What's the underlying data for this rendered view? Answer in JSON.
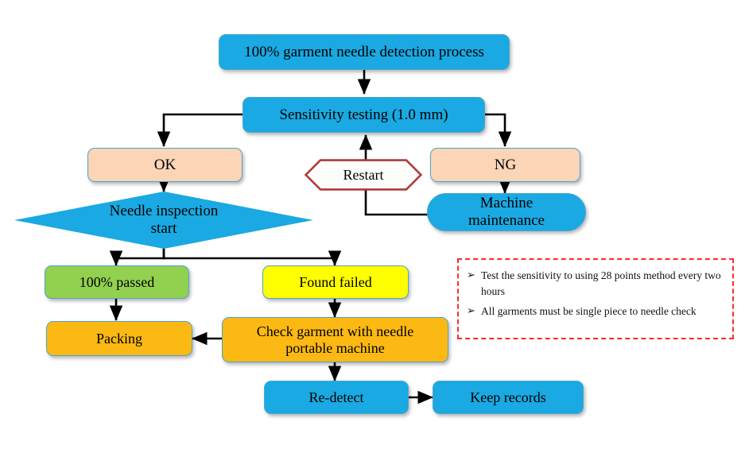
{
  "diagram": {
    "title_node": {
      "label": "100% garment needle detection process"
    },
    "nodes": [
      {
        "id": "start",
        "label": "100% garment needle detection process",
        "shape": "rounded-rect",
        "color": "#1aa9e2"
      },
      {
        "id": "sensitivity",
        "label": "Sensitivity testing (1.0 mm)",
        "shape": "rounded-rect",
        "color": "#1aa9e2"
      },
      {
        "id": "ok",
        "label": "OK",
        "shape": "rounded-rect",
        "color": "#fbd5b5"
      },
      {
        "id": "ng",
        "label": "NG",
        "shape": "rounded-rect",
        "color": "#fbd5b5"
      },
      {
        "id": "restart",
        "label": "Restart",
        "shape": "hexagon",
        "color": "#ffffff"
      },
      {
        "id": "machine",
        "label": "Machine maintenance",
        "shape": "stadium",
        "color": "#1aa9e2"
      },
      {
        "id": "inspection",
        "label": "Needle inspection start",
        "shape": "diamond",
        "color": "#1aa9e2"
      },
      {
        "id": "passed",
        "label": "100% passed",
        "shape": "rounded-rect",
        "color": "#92d050"
      },
      {
        "id": "failed",
        "label": "Found failed",
        "shape": "rounded-rect",
        "color": "#ffff00"
      },
      {
        "id": "packing",
        "label": "Packing",
        "shape": "rounded-rect",
        "color": "#fcb913"
      },
      {
        "id": "checkgarment",
        "label": "Check garment with needle portable machine",
        "shape": "rounded-rect",
        "color": "#fcb913"
      },
      {
        "id": "redetect",
        "label": "Re-detect",
        "shape": "rounded-rect",
        "color": "#1aa9e2"
      },
      {
        "id": "keeprecords",
        "label": "Keep records",
        "shape": "rounded-rect",
        "color": "#1aa9e2"
      }
    ],
    "node_labels": {
      "start": "100% garment needle detection process",
      "sensitivity": "Sensitivity testing (1.0 mm)",
      "ok": "OK",
      "ng": "NG",
      "restart": "Restart",
      "machine_line1": "Machine",
      "machine_line2": "maintenance",
      "inspection_line1": "Needle inspection",
      "inspection_line2": "start",
      "passed": "100% passed",
      "failed": "Found failed",
      "packing": "Packing",
      "check_line1": "Check garment with needle",
      "check_line2": "portable machine",
      "redetect": "Re-detect",
      "keeprecords": "Keep records"
    },
    "notes": {
      "bullet_glyph": "➢",
      "items": [
        "Test the sensitivity to using 28 points method every two hours",
        "All garments must be single piece to needle check"
      ],
      "border_color": "#ff2a2a"
    },
    "palette": {
      "blue": "#1aa9e2",
      "peach": "#fbd5b5",
      "green": "#92d050",
      "yellow": "#ffff00",
      "orange": "#fcb913",
      "hex_border": "#b03a3a",
      "node_border": "#4ba6cf",
      "connector": "#000000",
      "background": "#ffffff"
    }
  }
}
